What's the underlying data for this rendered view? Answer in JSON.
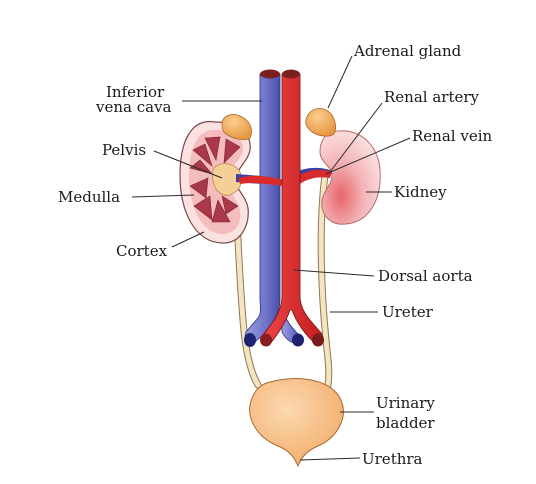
{
  "labels": {
    "inferior_vena_cava_1": "Inferior",
    "inferior_vena_cava_2": "vena cava",
    "pelvis": "Pelvis",
    "medulla": "Medulla",
    "cortex": "Cortex",
    "adrenal_gland": "Adrenal gland",
    "renal_artery": "Renal artery",
    "renal_vein": "Renal vein",
    "kidney": "Kidney",
    "dorsal_aorta": "Dorsal aorta",
    "ureter": "Ureter",
    "urinary_bladder_1": "Urinary",
    "urinary_bladder_2": "bladder",
    "urethra": "Urethra"
  },
  "colors": {
    "vena_cava": "#7b7fcf",
    "vena_cava_dark": "#2e3190",
    "aorta": "#d92b2b",
    "aorta_dark": "#8b1a1a",
    "adrenal": "#f2b267",
    "kidney_cortex": "#f6c7c7",
    "kidney_medulla": "#b3434d",
    "pelvis": "#f4cf98",
    "ureter": "#f1deb4",
    "bladder": "#f6c48d"
  }
}
